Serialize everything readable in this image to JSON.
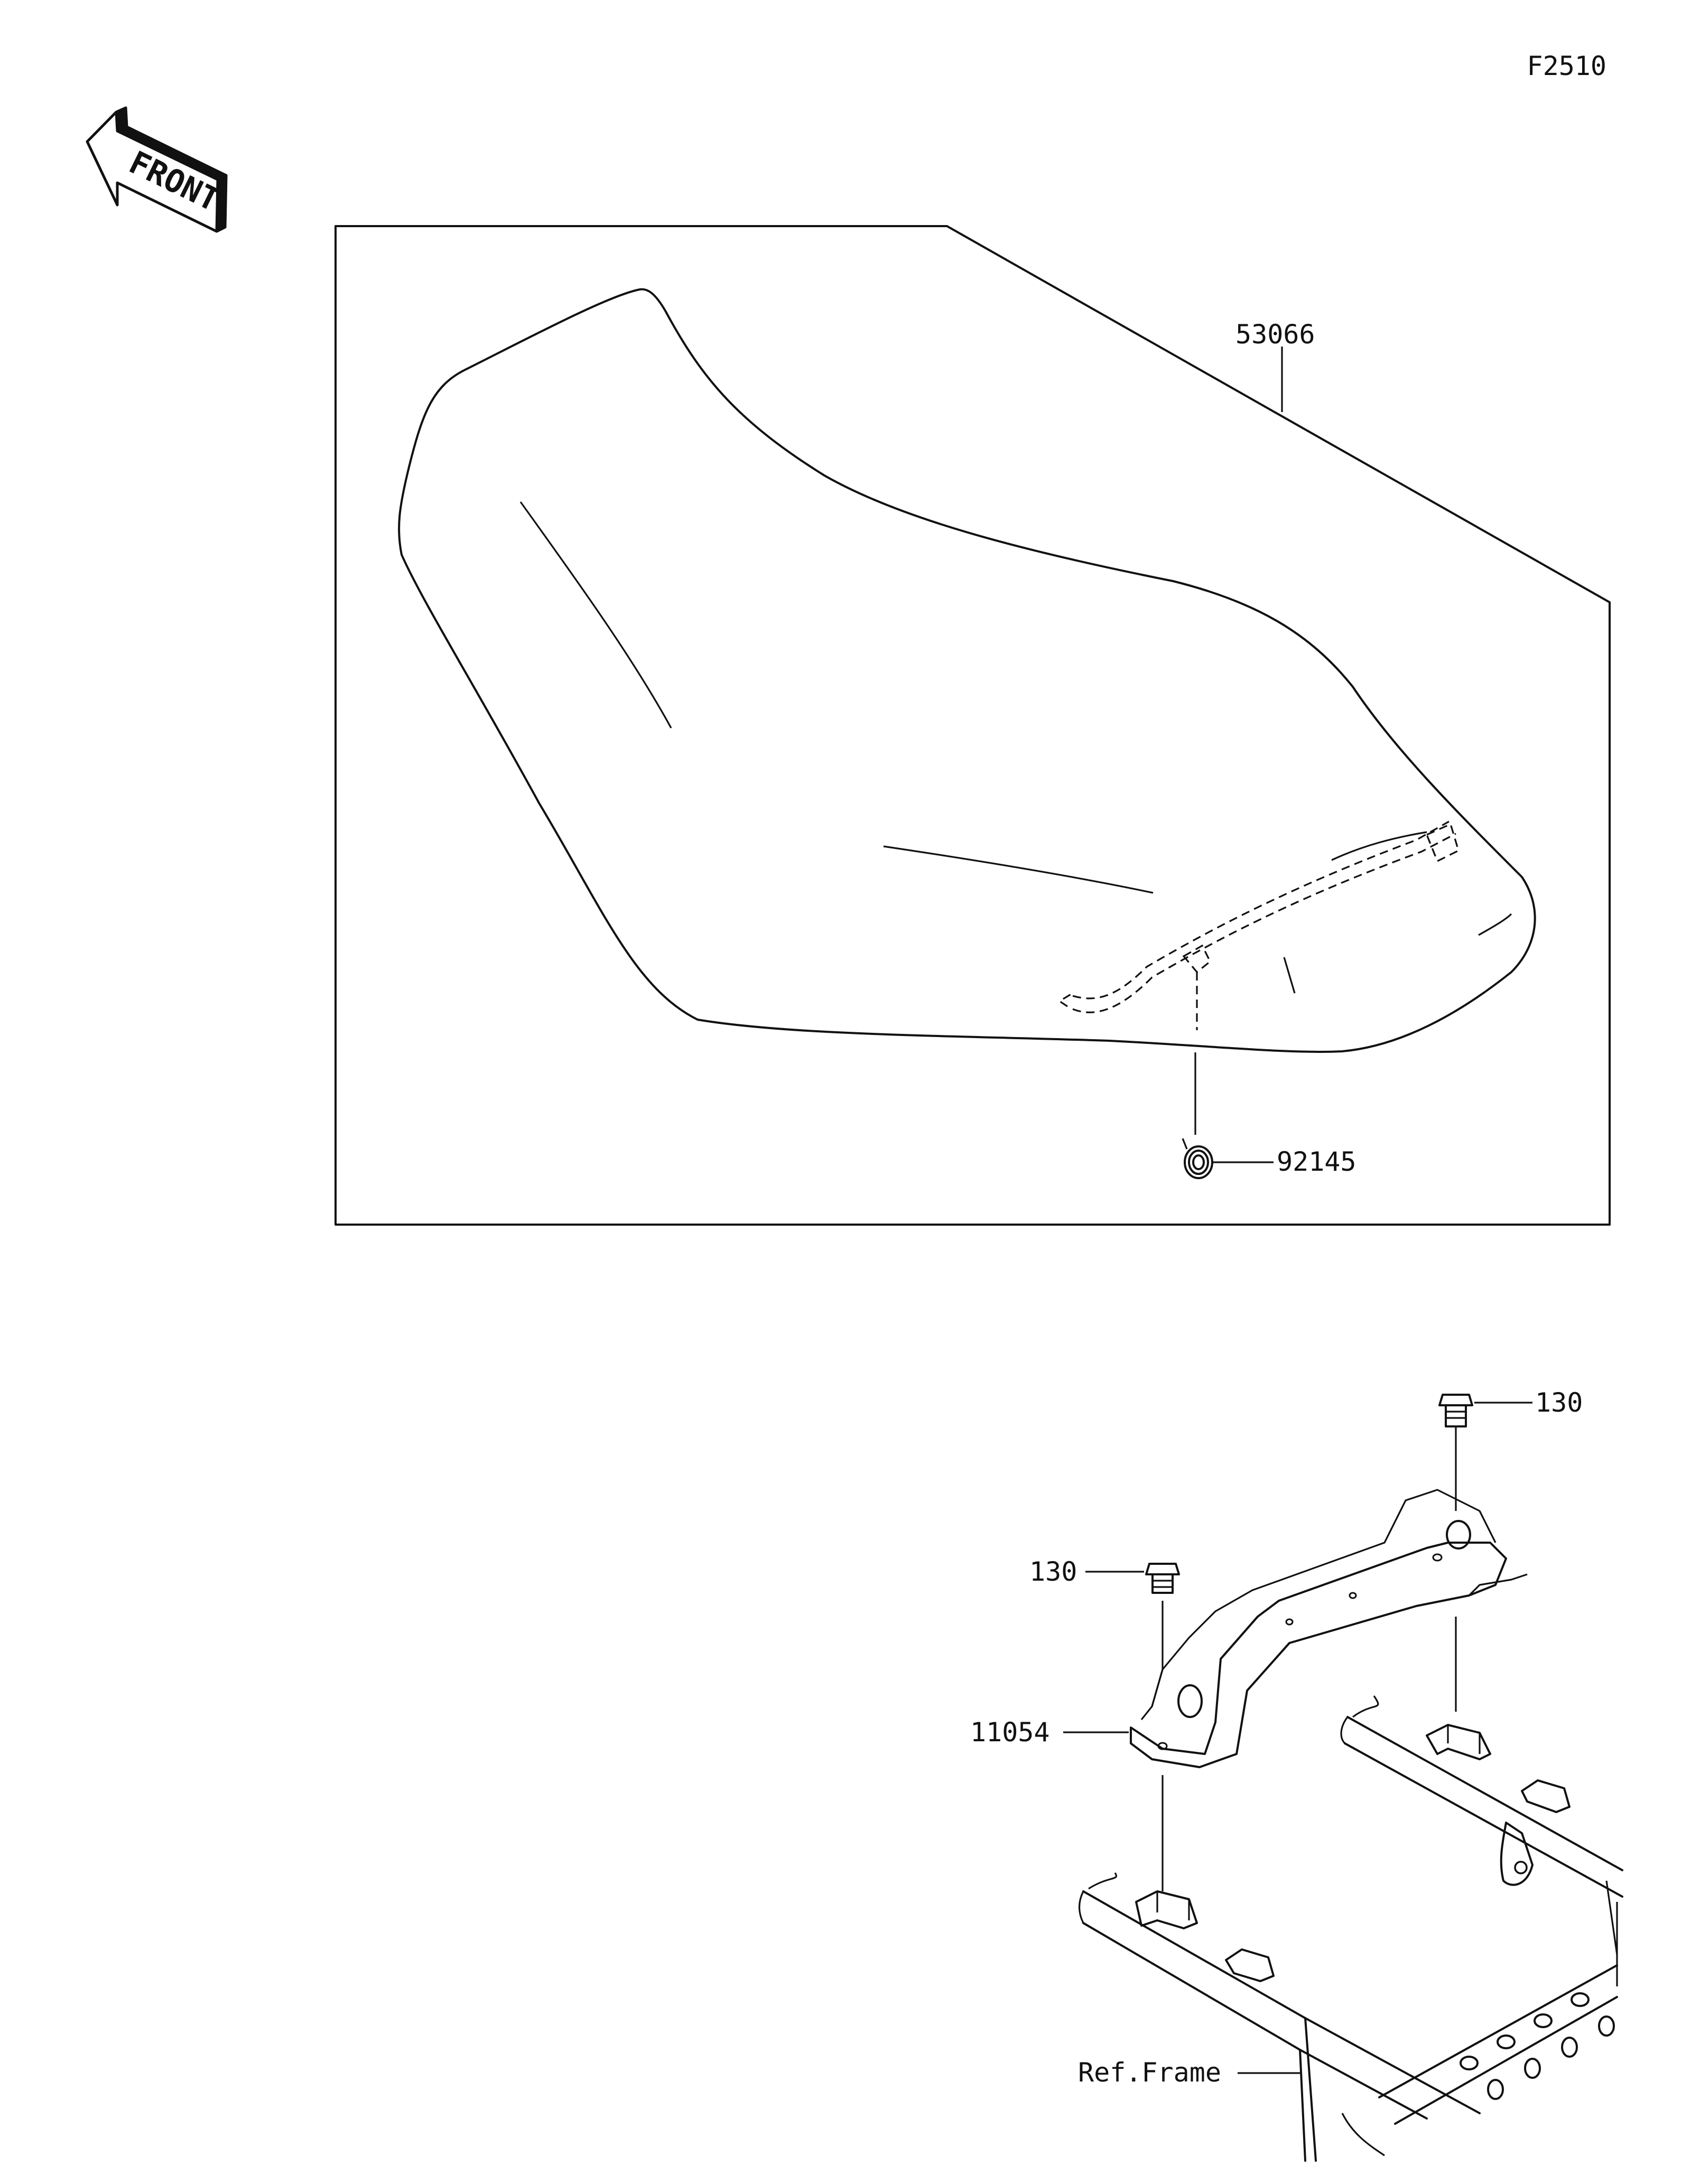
{
  "diagram_code": "F2510",
  "front_label": "FRONT",
  "callouts": {
    "seat": "53066",
    "spring": "92145",
    "bolt_right": "130",
    "bolt_left": "130",
    "bracket": "11054",
    "frame_ref": "Ref.Frame"
  }
}
